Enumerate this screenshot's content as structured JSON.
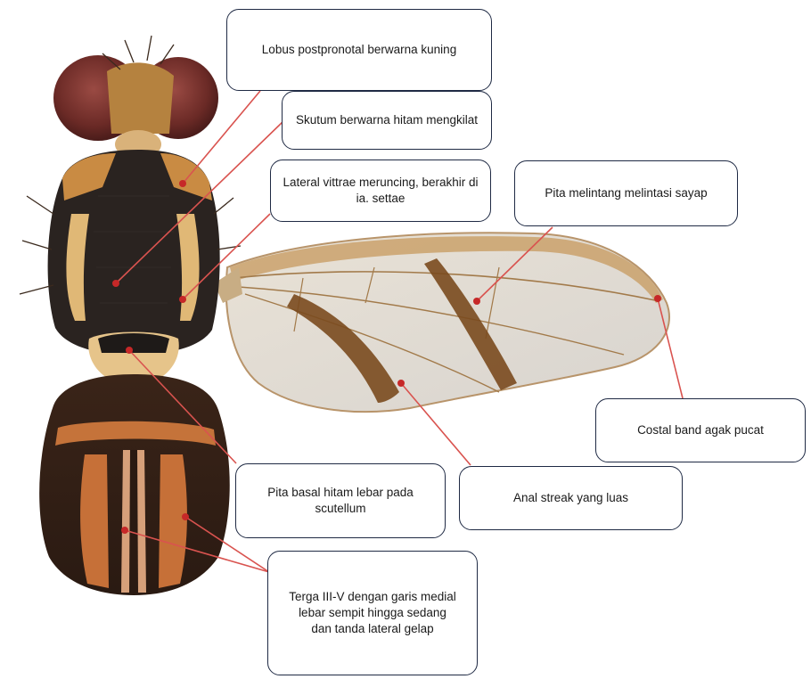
{
  "labels": {
    "postpronotal": "Lobus postpronotal berwarna kuning",
    "scutum": "Skutum berwarna hitam mengkilat",
    "vittae": "Lateral vittrae meruncing, berakhir di ia. settae",
    "crossband": "Pita melintang melintasi sayap",
    "costal": "Costal band agak pucat",
    "basal": "Pita basal hitam lebar pada scutellum",
    "anal": "Anal streak yang luas",
    "terga": "Terga III-V dengan garis medial lebar sempit hingga sedang dan tanda lateral gelap"
  },
  "colors": {
    "leader_line": "#d9534f",
    "leader_dot": "#c62828",
    "callout_border": "#1f2a44"
  }
}
